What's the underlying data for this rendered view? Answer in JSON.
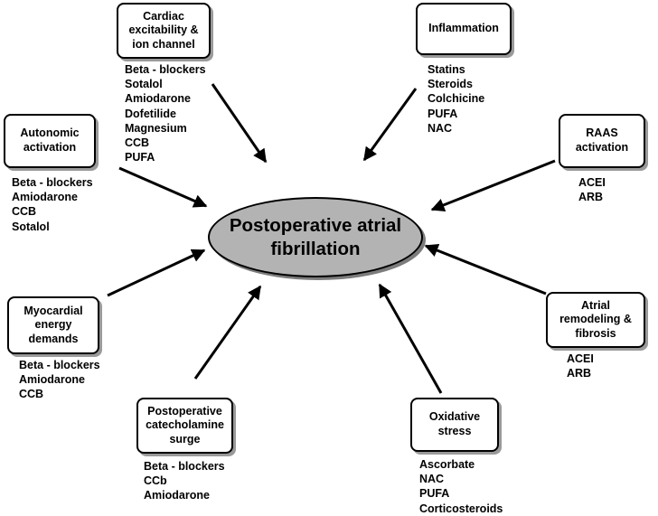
{
  "center": {
    "title": "Postoperative atrial fibrillation"
  },
  "factors": [
    {
      "label": "Cardiac excitability & ion channel",
      "treatments": [
        "Beta - blockers",
        "Sotalol",
        "Amiodarone",
        "Dofetilide",
        "Magnesium",
        "CCB",
        "PUFA"
      ]
    },
    {
      "label": "Inflammation",
      "treatments": [
        "Statins",
        "Steroids",
        "Colchicine",
        "PUFA",
        "NAC"
      ]
    },
    {
      "label": "Autonomic activation",
      "treatments": [
        "Beta - blockers",
        "Amiodarone",
        "CCB",
        "Sotalol"
      ]
    },
    {
      "label": "RAAS activation",
      "treatments": [
        "ACEI",
        "ARB"
      ]
    },
    {
      "label": "Myocardial energy demands",
      "treatments": [
        "Beta - blockers",
        "Amiodarone",
        "CCB"
      ]
    },
    {
      "label": "Atrial remodeling & fibrosis",
      "treatments": [
        "ACEI",
        "ARB"
      ]
    },
    {
      "label": "Postoperative catecholamine surge",
      "treatments": [
        "Beta - blockers",
        "CCb",
        "Amiodarone"
      ]
    },
    {
      "label": "Oxidative stress",
      "treatments": [
        "Ascorbate",
        "NAC",
        "PUFA",
        "Corticosteroids"
      ]
    }
  ]
}
